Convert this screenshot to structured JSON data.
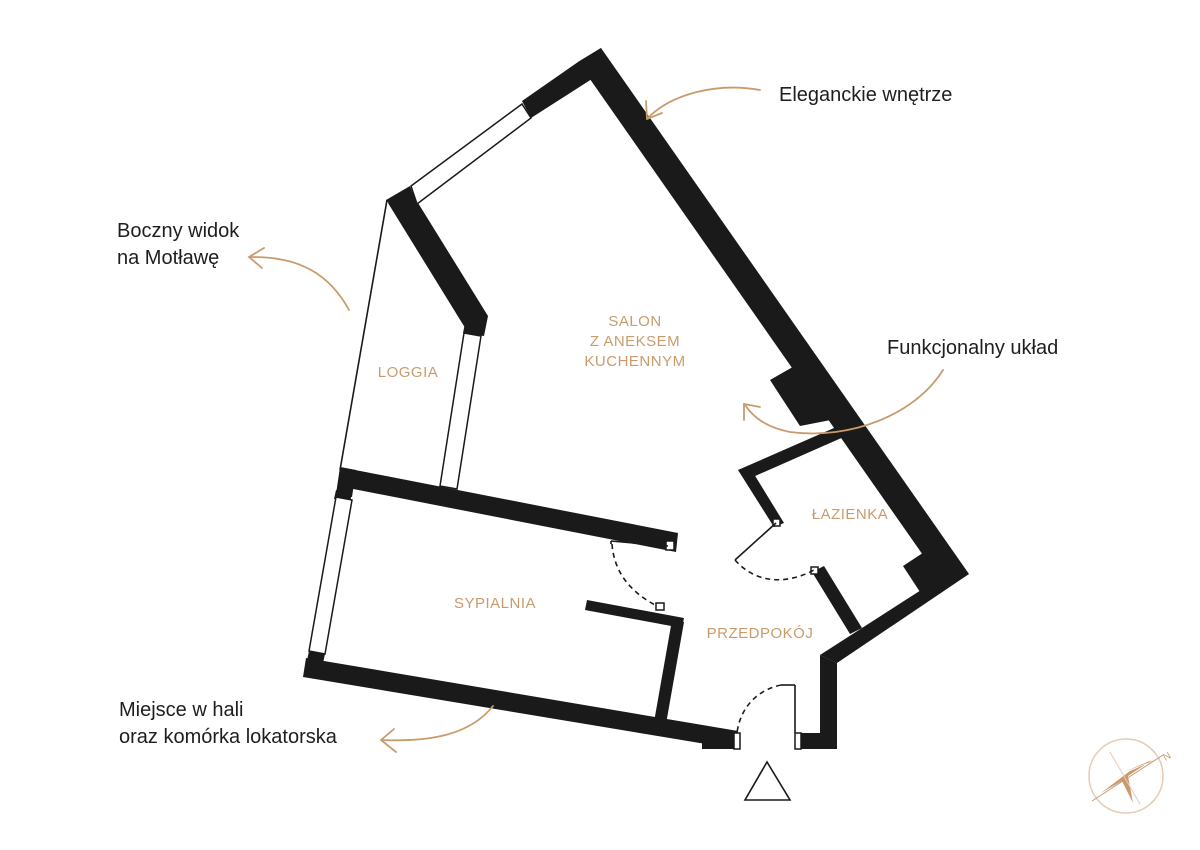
{
  "rooms": {
    "salon": [
      "SALON",
      "Z ANEKSEM",
      "KUCHENNYM"
    ],
    "loggia": "LOGGIA",
    "lazienka": "ŁAZIENKA",
    "sypialnia": "SYPIALNIA",
    "przedpokoj": "PRZEDPOKÓJ"
  },
  "annotations": {
    "elegant": "Eleganckie wnętrze",
    "side_view": [
      "Boczny widok",
      "na Motławę"
    ],
    "functional": "Funkcjonalny układ",
    "storage": [
      "Miejsce w hali",
      "oraz komórka lokatorska"
    ]
  },
  "compass": {
    "direction": "N"
  },
  "colors": {
    "wall": "#1a1a1a",
    "accent": "#c99b6c",
    "text": "#1e1e1e"
  }
}
